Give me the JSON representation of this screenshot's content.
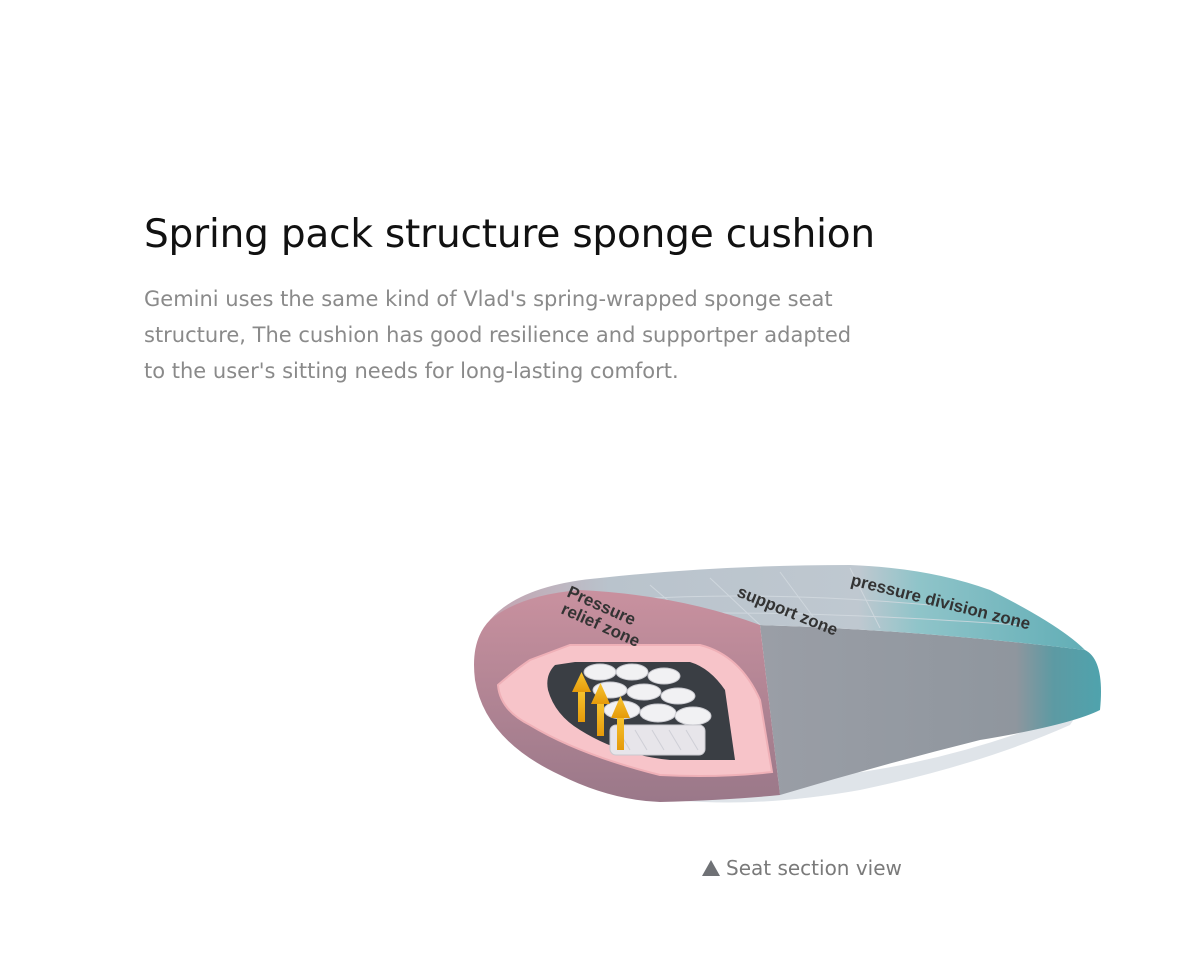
{
  "section": {
    "title": "Spring pack structure sponge cushion",
    "description": "Gemini uses the same kind of Vlad's spring-wrapped sponge seat structure, The cushion has good resilience and supportper adapted to the user's sitting needs for long-lasting comfort."
  },
  "figure": {
    "zones": {
      "pressure_relief_line1": "Pressure",
      "pressure_relief_line2": "relief zone",
      "support": "support zone",
      "pressure_division": "pressure division zone"
    },
    "colors": {
      "relief": "#b58a9a",
      "support": "#9ea7b1",
      "division": "#5fa9b1",
      "inner_pink": "#f6c3c8",
      "arrow": "#f4b61c"
    },
    "caption_icon": "triangle-up-icon",
    "caption": "Seat section view"
  }
}
